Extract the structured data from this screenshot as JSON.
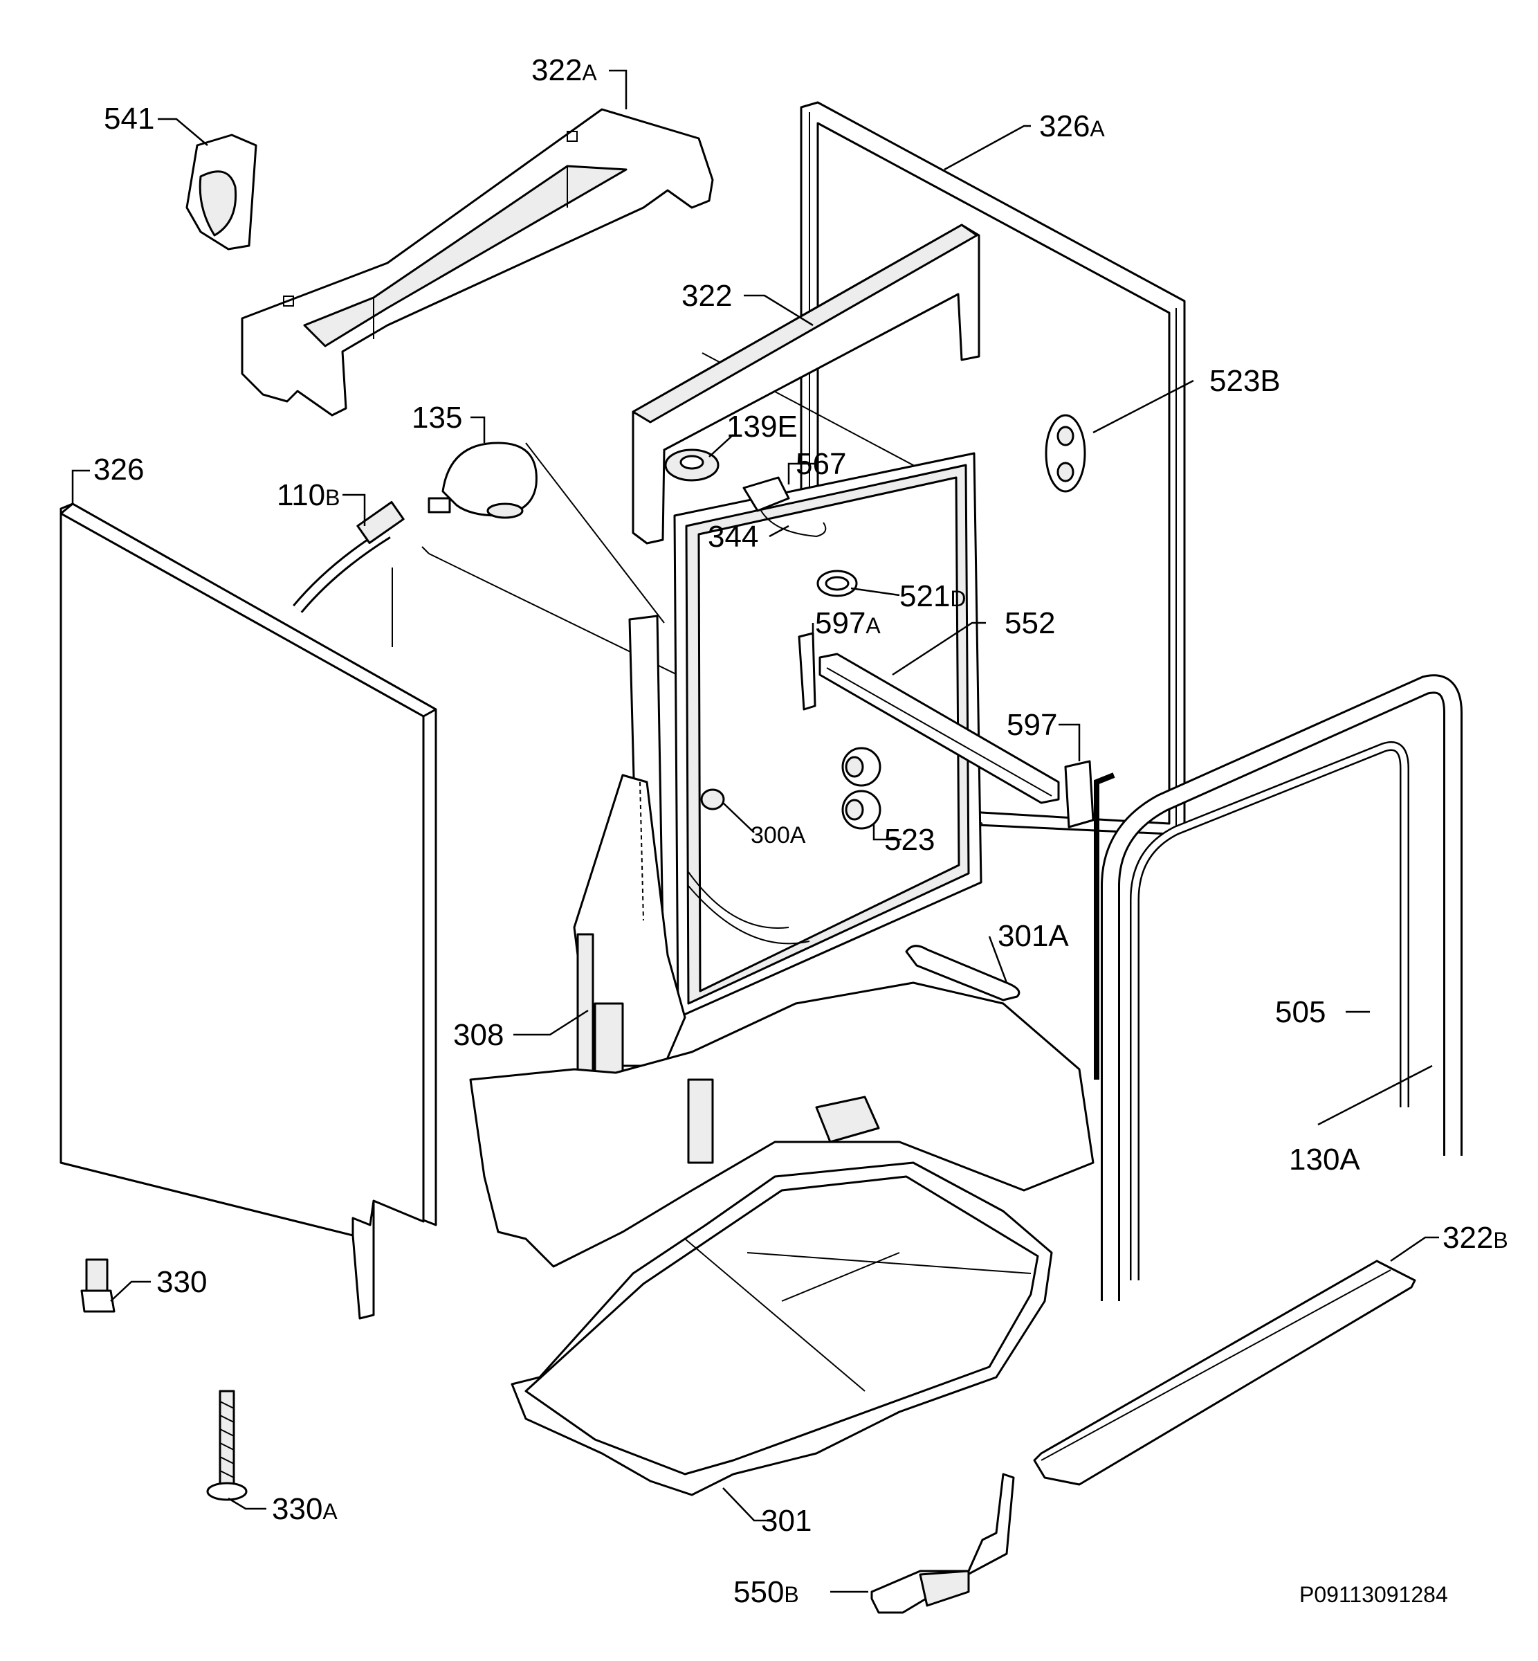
{
  "document_code": "P09113091284",
  "callouts": {
    "c541": "541",
    "c322a": {
      "num": "322",
      "suffix": "A"
    },
    "c326a": {
      "num": "326",
      "suffix": "A"
    },
    "c322": "322",
    "c523b": "523B",
    "c135": "135",
    "c139e": "139E",
    "c567": "567",
    "c326": "326",
    "c110b": {
      "num": "110",
      "suffix": "B"
    },
    "c344": "344",
    "c521d": {
      "num": "521",
      "suffix": "D"
    },
    "c597a": {
      "num": "597",
      "suffix": "A"
    },
    "c552": "552",
    "c597": "597",
    "c300a": "300A",
    "c523": "523",
    "c301a": "301A",
    "c308": "308",
    "c505": "505",
    "c130a": "130A",
    "c322b": {
      "num": "322",
      "suffix": "B"
    },
    "c330": "330",
    "c330a": {
      "num": "330",
      "suffix": "A"
    },
    "c301": "301",
    "c550b": {
      "num": "550",
      "suffix": "B"
    }
  }
}
